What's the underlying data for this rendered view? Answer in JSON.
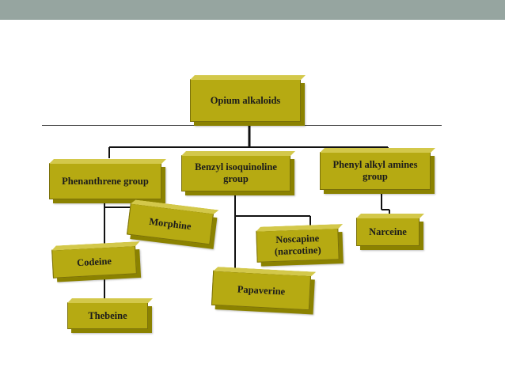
{
  "diagram": {
    "root": "Opium alkaloids",
    "groups": {
      "phenanthrene": "Phenanthrene group",
      "benzyl": "Benzyl isoquinoline group",
      "phenyl": "Phenyl alkyl amines group"
    },
    "alkaloids": {
      "morphine": "Morphine",
      "codeine": "Codeine",
      "thebeine": "Thebeine",
      "noscapine": "Noscapine (narcotine)",
      "papaverine": "Papaverine",
      "narceine": "Narceine"
    }
  },
  "colors": {
    "box_fill": "#b6aa12",
    "box_shadow": "#8b8200",
    "header_bar": "#96a5a0"
  }
}
